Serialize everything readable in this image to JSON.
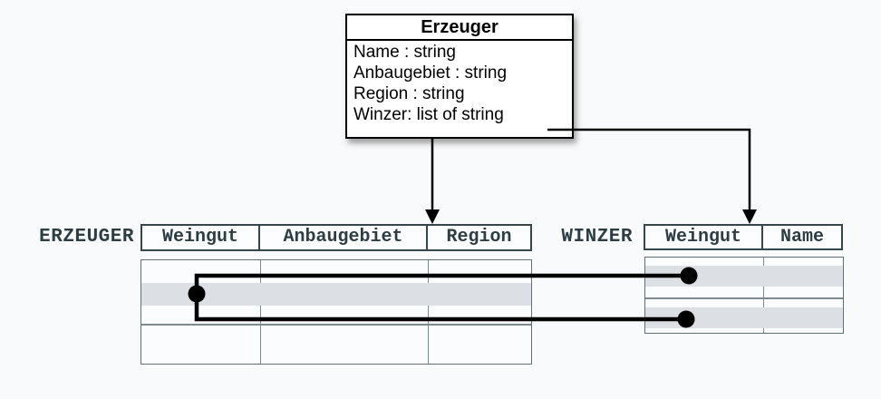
{
  "class_box": {
    "title": "Erzeuger",
    "attributes": [
      "Name : string",
      "Anbaugebiet : string",
      "Region : string",
      "Winzer: list of string"
    ]
  },
  "tables": {
    "erzeuger": {
      "label": "ERZEUGER",
      "columns": [
        "Weingut",
        "Anbaugebiet",
        "Region"
      ],
      "rows": [
        {
          "shaded": false
        },
        {
          "shaded": true
        },
        {
          "shaded": false
        },
        {
          "shaded": false
        }
      ]
    },
    "winzer": {
      "label": "WINZER",
      "columns": [
        "Weingut",
        "Name"
      ],
      "rows": [
        {
          "shaded": true
        },
        {
          "shaded": false
        },
        {
          "shaded": true
        }
      ]
    }
  },
  "icons": {
    "arrow_class_to_erzeuger": "arrow-down-icon",
    "arrow_winzer_attr_to_winzer_table": "arrow-down-icon",
    "relation_endpoints": "filled-dot"
  },
  "colors": {
    "background": "#f9fafb",
    "class_box_border": "#000000",
    "table_text": "#2c3e44",
    "header_border": "#33464c",
    "body_border": "#5f7077",
    "grid_line": "#7b8b91",
    "row_highlight": "#dcdfe4",
    "connector": "#000000"
  }
}
